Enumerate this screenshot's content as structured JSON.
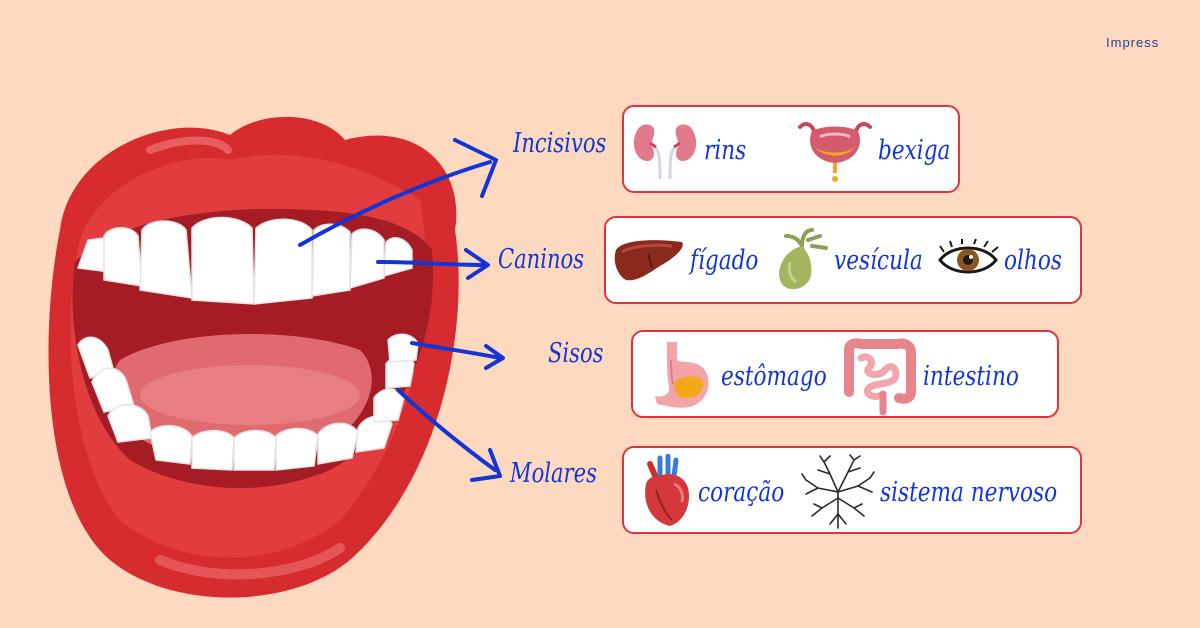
{
  "brand": "Impress",
  "colors": {
    "background": "#fdd9c0",
    "accent_blue": "#1435d6",
    "card_border": "#e0343c",
    "lips": "#d62c2f"
  },
  "teeth": [
    {
      "label": "Incisivos",
      "organs": [
        {
          "label": "rins",
          "icon": "kidneys-icon"
        },
        {
          "label": "bexiga",
          "icon": "bladder-icon"
        }
      ]
    },
    {
      "label": "Caninos",
      "organs": [
        {
          "label": "fígado",
          "icon": "liver-icon"
        },
        {
          "label": "vesícula",
          "icon": "gallbladder-icon"
        },
        {
          "label": "olhos",
          "icon": "eye-icon"
        }
      ]
    },
    {
      "label": "Sisos",
      "organs": [
        {
          "label": "estômago",
          "icon": "stomach-icon"
        },
        {
          "label": "intestino",
          "icon": "intestine-icon"
        }
      ]
    },
    {
      "label": "Molares",
      "organs": [
        {
          "label": "coração",
          "icon": "heart-icon"
        },
        {
          "label": "sistema nervoso",
          "icon": "nervous-system-icon"
        }
      ]
    }
  ]
}
